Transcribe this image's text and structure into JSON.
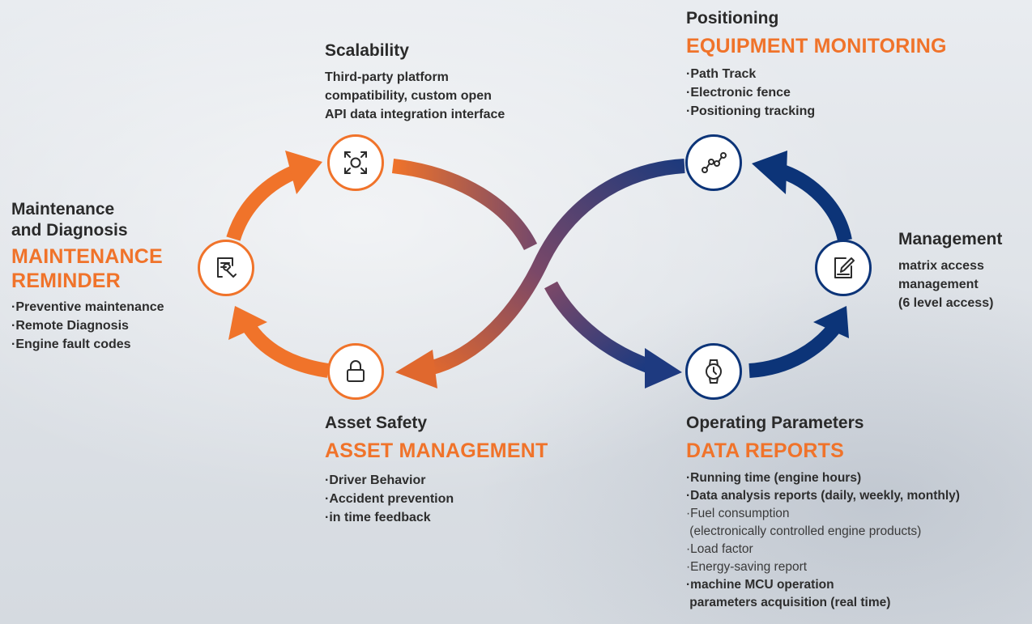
{
  "scalability": {
    "title": "Scalability",
    "lines": [
      "Third-party platform",
      "compatibility, custom open",
      "API data integration interface"
    ]
  },
  "maintenance": {
    "title_line1": "Maintenance",
    "title_line2": "and Diagnosis",
    "heading_line1": "MAINTENANCE",
    "heading_line2": "REMINDER",
    "items": [
      "·Preventive maintenance",
      "·Remote Diagnosis",
      "·Engine fault codes"
    ]
  },
  "asset": {
    "title": "Asset Safety",
    "heading": "ASSET MANAGEMENT",
    "items": [
      "·Driver Behavior",
      "·Accident prevention",
      "·in time feedback"
    ]
  },
  "positioning": {
    "title": "Positioning",
    "heading": "EQUIPMENT MONITORING",
    "items": [
      "·Path Track",
      "·Electronic fence",
      "·Positioning tracking"
    ]
  },
  "management": {
    "title": "Management",
    "lines": [
      "matrix access",
      "management",
      "(6 level access)"
    ]
  },
  "operating": {
    "title": "Operating Parameters",
    "heading": "DATA REPORTS",
    "items": [
      "·Running time (engine hours)",
      "·Data analysis reports (daily, weekly, monthly)",
      "·Fuel consumption",
      " (electronically controlled engine products)",
      "·Load factor",
      "·Energy-saving report",
      "·machine MCU operation",
      " parameters acquisition (real time)"
    ]
  },
  "colors": {
    "orange": "#f0732a",
    "navy": "#0c3478",
    "purple": "#4a3a78"
  },
  "icons": {
    "scalability": "expand-focus-icon",
    "maintenance": "document-wrench-icon",
    "asset": "padlock-icon",
    "positioning": "route-path-icon",
    "management": "edit-note-icon",
    "operating": "watch-icon"
  }
}
